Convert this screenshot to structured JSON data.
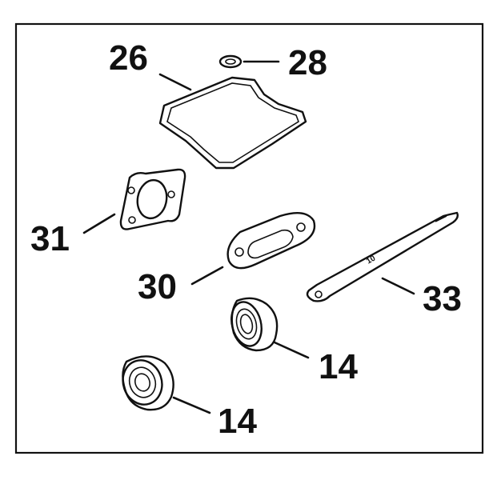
{
  "diagram": {
    "callouts": {
      "p26": "26",
      "p28": "28",
      "p31": "31",
      "p30": "30",
      "p33": "33",
      "p14a": "14",
      "p14b": "14"
    },
    "stamp_text": "10"
  }
}
